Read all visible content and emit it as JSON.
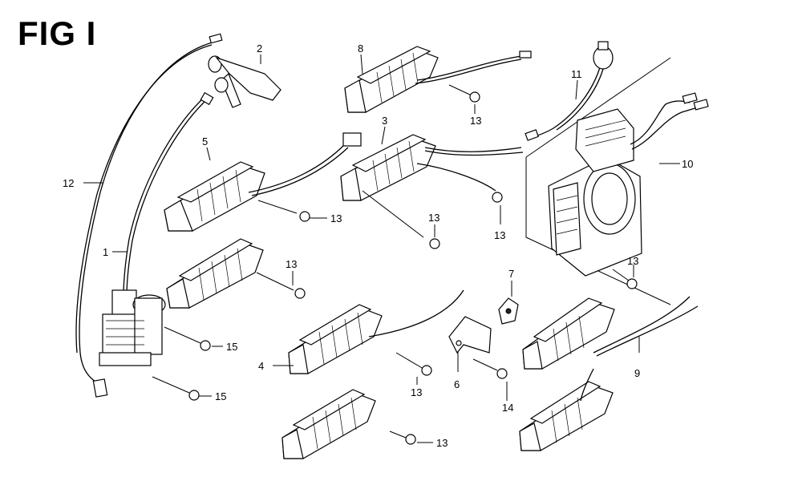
{
  "title": "FIG I",
  "callouts": {
    "c1": "1",
    "c2": "2",
    "c3": "3",
    "c4": "4",
    "c5": "5",
    "c6": "6",
    "c7": "7",
    "c8": "8",
    "c9": "9",
    "c10": "10",
    "c11": "11",
    "c12": "12",
    "c13a": "13",
    "c13b": "13",
    "c13c": "13",
    "c13d": "13",
    "c13e": "13",
    "c13f": "13",
    "c13g": "13",
    "c13h": "13",
    "c14": "14",
    "c15a": "15",
    "c15b": "15"
  }
}
